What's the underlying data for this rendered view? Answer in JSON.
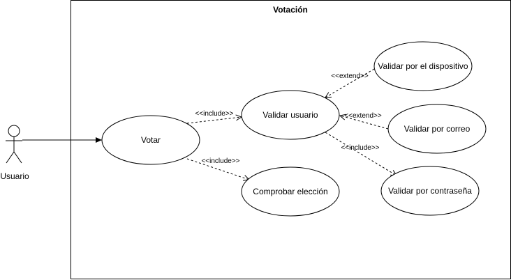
{
  "system": {
    "title": "Votación"
  },
  "actor": {
    "label": "Usuario"
  },
  "use_cases": {
    "votar": "Votar",
    "validar_usuario": "Validar usuario",
    "comprobar_eleccion": "Comprobar elección",
    "validar_dispositivo": "Validar por el dispositivo",
    "validar_correo": "Validar por correo",
    "validar_contrasena": "Validar por contraseña"
  },
  "relations": {
    "votar_validar": "<<include>>",
    "votar_comprobar": "<<include>>",
    "dispositivo_extend": "<<extend>>",
    "correo_extend": "<<extend>>",
    "contrasena_include": "<<include>>"
  }
}
